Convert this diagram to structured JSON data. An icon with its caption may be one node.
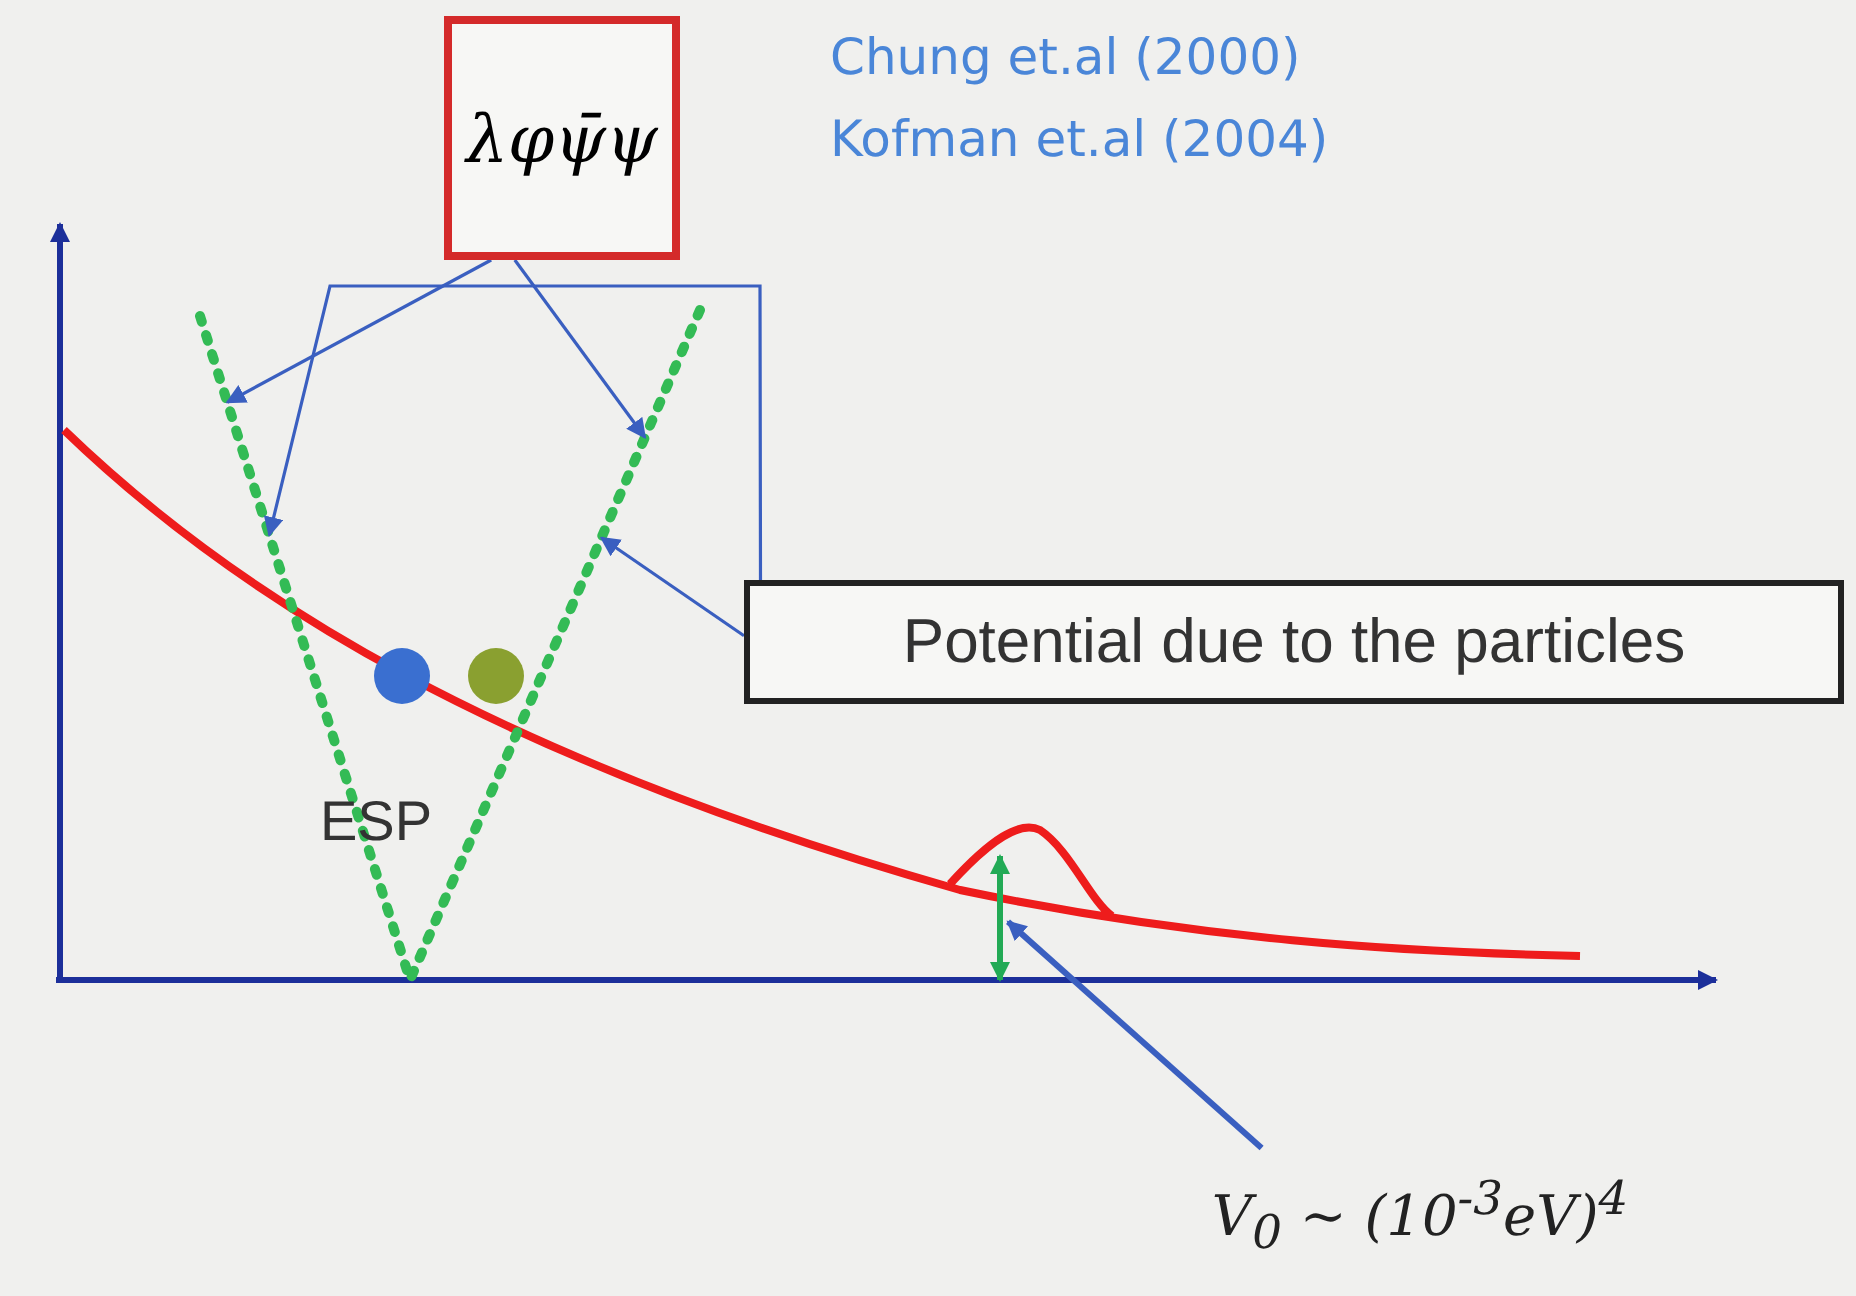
{
  "diagram": {
    "nodes": [
      {
        "text": [
          "λφψ̄ψ"
        ]
      },
      {
        "text": [],
        "shape": "line"
      },
      {
        "text": [],
        "shape": "line"
      },
      {
        "text": [
          "Potential due to the particles"
        ]
      },
      {
        "text": [
          "V$_{0}$ ∼ (10$^{-3}$eV)$^{4}$"
        ]
      },
      {
        "text": [],
        "shape": "arrow"
      }
    ],
    "edges": [
      {
        "from": 0,
        "to": 1,
        "arrow": "to"
      },
      {
        "from": 0,
        "to": 2,
        "arrow": "to"
      },
      {
        "from": 3,
        "to": 1,
        "arrow": "to"
      },
      {
        "from": 3,
        "to": 2,
        "arrow": "to"
      },
      {
        "from": 4,
        "to": 5,
        "arrow": "to"
      }
    ],
    "labels": [
      "Chung et.al (2000)",
      "Kofman et.al (2004)",
      "ESP"
    ]
  }
}
